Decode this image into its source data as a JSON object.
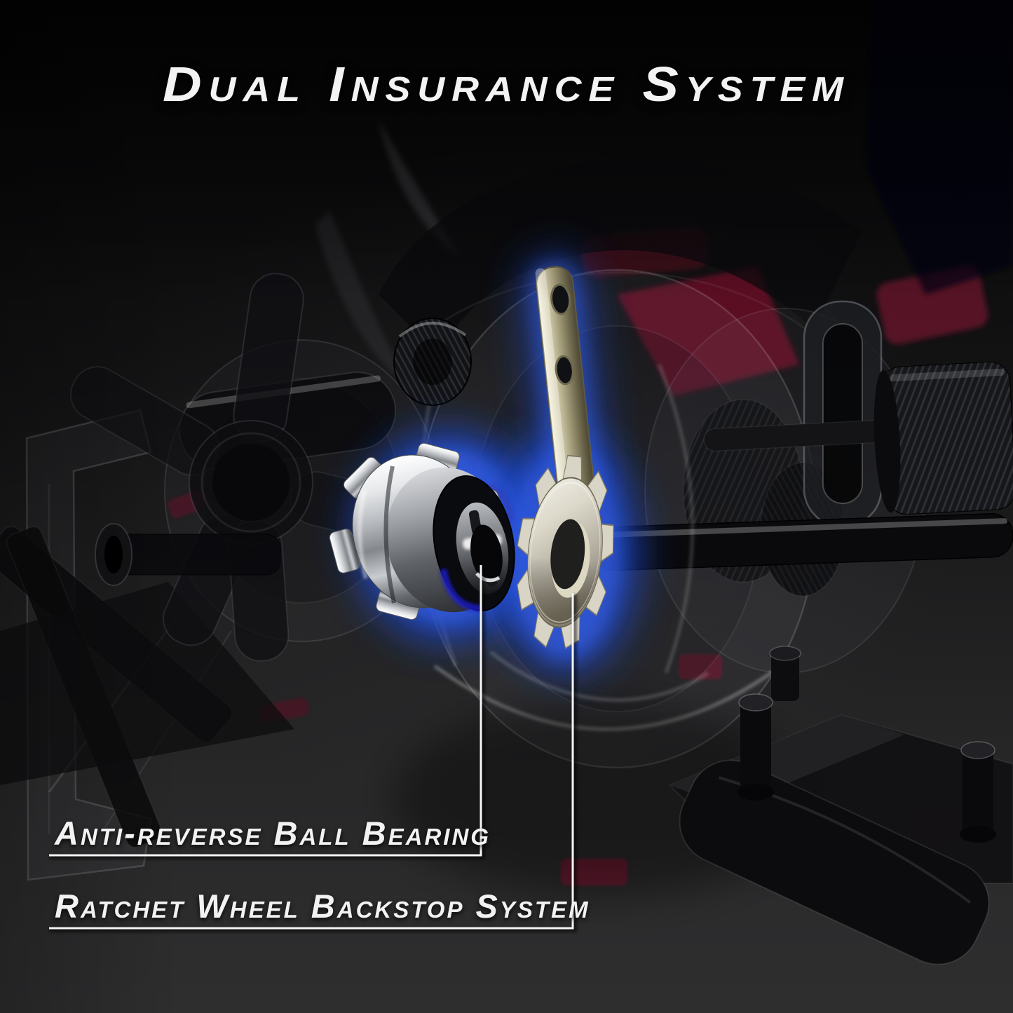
{
  "page": {
    "title": "Dual Insurance System"
  },
  "callouts": [
    {
      "id": "anti-reverse-ball-bearing",
      "label": "Anti-reverse Ball Bearing"
    },
    {
      "id": "ratchet-wheel-backstop-system",
      "label": "Ratchet Wheel Backstop System"
    }
  ],
  "illustration": {
    "subject": "transparent baitcasting reel cutaway",
    "highlighted_parts": [
      "anti-reverse ball bearing",
      "ratchet wheel with backstop pawl"
    ],
    "colors": {
      "background_top": "#060607",
      "background_bottom": "#2e2e2f",
      "glow_blue": "#1e46c8",
      "glow_blue_bright": "#3c66f0",
      "bearing_chrome": "#d9dbde",
      "ratchet_metal": "#dcd8ca",
      "pawl_brass": "#cfc9a8",
      "accent_red": "#6d1126",
      "text_white": "#f2f2f3",
      "leader_line": "#f5f5f5"
    }
  }
}
